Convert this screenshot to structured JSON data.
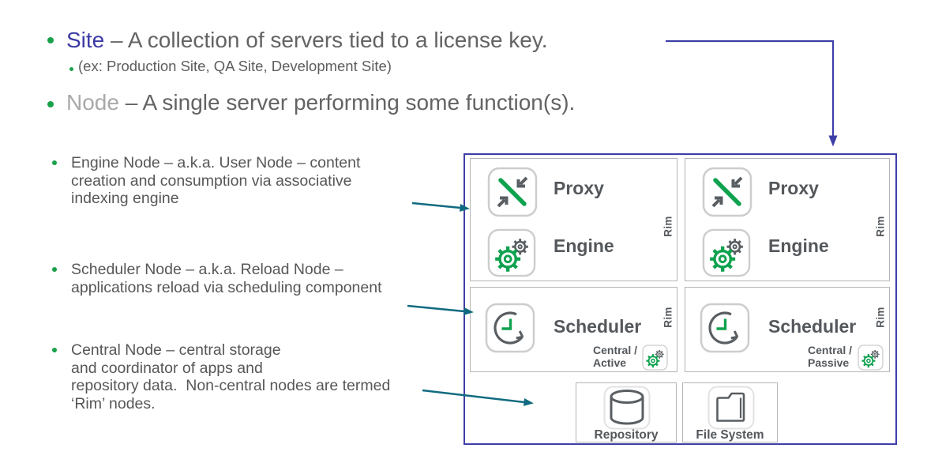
{
  "slide_title_bullets": {
    "site": {
      "term": "Site",
      "rest": " – A collection of servers tied to a license key."
    },
    "site_example": "(ex: Production Site, QA Site, Development Site)",
    "node": {
      "term": "Node",
      "rest": " – A single server performing some function(s)."
    }
  },
  "definition_bullets": {
    "engine": "Engine Node – a.k.a. User Node – content\ncreation and consumption via associative\nindexing engine",
    "scheduler": "Scheduler Node – a.k.a. Reload Node –\napplications reload via scheduling component",
    "central": "Central Node – central storage\nand coordinator of apps and\nrepository data.  Non-central nodes are termed\n‘Rim’ nodes."
  },
  "diagram": {
    "node_boxes": [
      {
        "services": [
          "Proxy",
          "Engine"
        ],
        "rim": "Rim"
      },
      {
        "services": [
          "Proxy",
          "Engine"
        ],
        "rim": "Rim"
      },
      {
        "service": "Scheduler",
        "rim": "Rim",
        "central": "Central /\nActive"
      },
      {
        "service": "Scheduler",
        "rim": "Rim",
        "central": "Central /\nPassive"
      }
    ],
    "storage_boxes": [
      {
        "label": "Repository"
      },
      {
        "label": "File System"
      }
    ],
    "icons": {
      "proxy": "proxy-arrows-icon",
      "engine": "gears-icon",
      "scheduler": "clock-cycle-icon",
      "central": "gears-icon",
      "repository": "database-icon",
      "file_system": "folder-icon"
    }
  },
  "colors": {
    "site_term": "#3b3ba6",
    "node_term": "#a9a9a9",
    "body_text": "#595959",
    "bullet_green": "#19a24a",
    "icon_green": "#0fa24f",
    "icon_gray": "#595e62",
    "label_gray": "#54585c",
    "purple_arrow": "#3e3ea8",
    "teal_arrow": "#116b80"
  }
}
